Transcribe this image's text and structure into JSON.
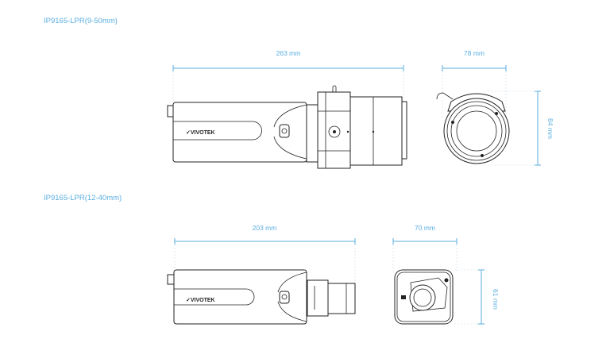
{
  "models": [
    {
      "title": "IP9165-LPR(9-50mm)",
      "length_label": "263 mm",
      "width_label": "78 mm",
      "height_label": "84 mm"
    },
    {
      "title": "IP9165-LPR(12-40mm)",
      "length_label": "203 mm",
      "width_label": "70 mm",
      "height_label": "61 mm"
    }
  ],
  "brand_logo": "VIVOTEK",
  "accent_color": "#5aaee0"
}
